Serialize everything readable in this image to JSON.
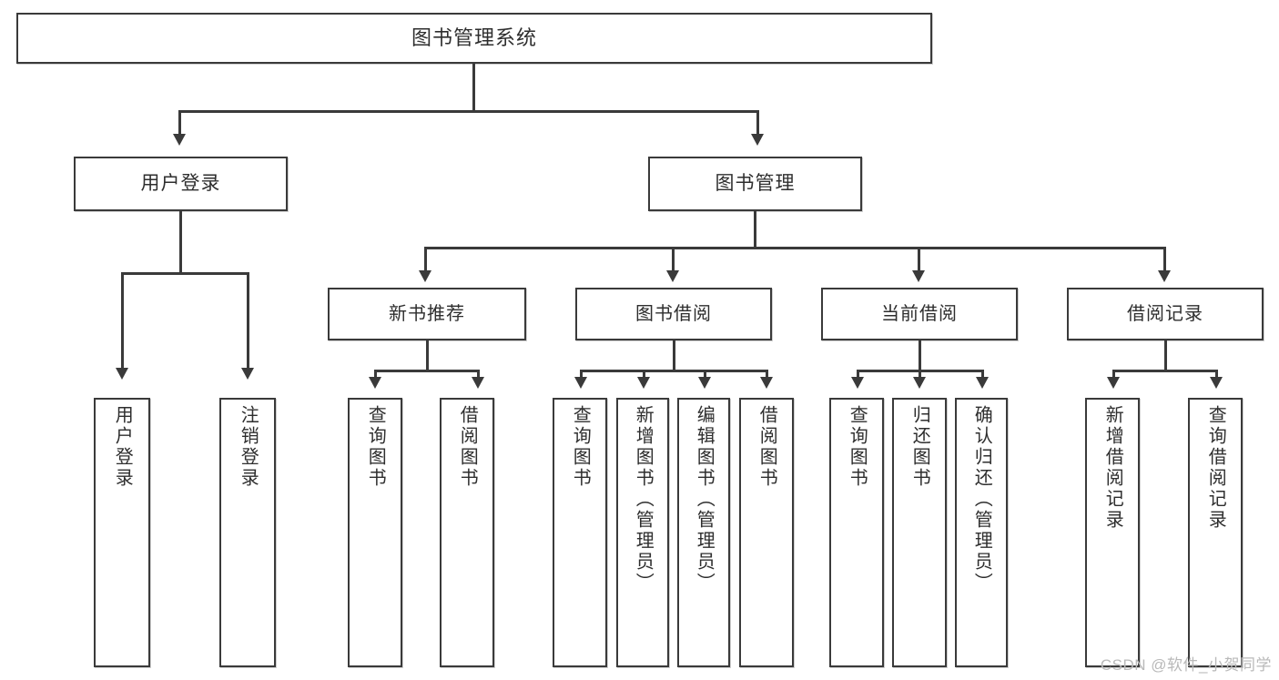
{
  "diagram": {
    "title": "图书管理系统",
    "watermark": "CSDN @软件_小贺同学",
    "accent_color": "#3a3a3a",
    "background_color": "#ffffff",
    "root": {
      "label": "图书管理系统"
    },
    "level2": [
      {
        "label": "用户登录"
      },
      {
        "label": "图书管理"
      }
    ],
    "level3": [
      {
        "label": "新书推荐"
      },
      {
        "label": "图书借阅"
      },
      {
        "label": "当前借阅"
      },
      {
        "label": "借阅记录"
      }
    ],
    "leaves": {
      "user_login": [
        {
          "label": "用户登录"
        },
        {
          "label": "注销登录"
        }
      ],
      "new_book_recommend": [
        {
          "label": "查询图书"
        },
        {
          "label": "借阅图书"
        }
      ],
      "book_borrow": [
        {
          "label": "查询图书"
        },
        {
          "label": "新增图书（管理员）"
        },
        {
          "label": "编辑图书（管理员）"
        },
        {
          "label": "借阅图书"
        }
      ],
      "current_borrow": [
        {
          "label": "查询图书"
        },
        {
          "label": "归还图书"
        },
        {
          "label": "确认归还（管理员）"
        }
      ],
      "borrow_record": [
        {
          "label": "新增借阅记录"
        },
        {
          "label": "查询借阅记录"
        }
      ]
    }
  }
}
